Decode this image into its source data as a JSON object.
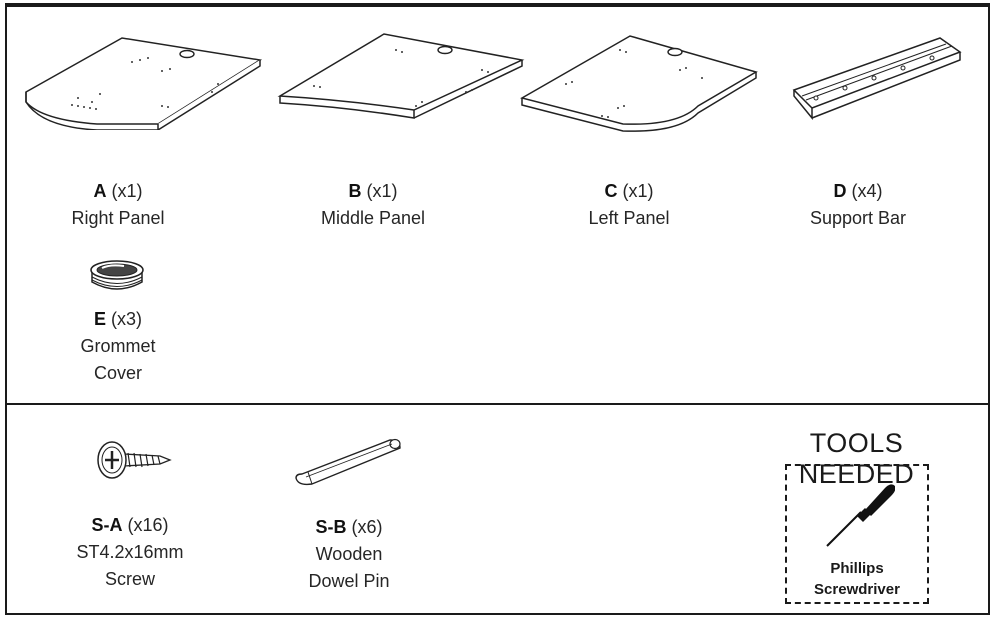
{
  "parts": [
    {
      "code": "A",
      "qty": "(x1)",
      "name_lines": [
        "Right Panel"
      ],
      "icon": "right-panel-illustration"
    },
    {
      "code": "B",
      "qty": "(x1)",
      "name_lines": [
        "Middle Panel"
      ],
      "icon": "middle-panel-illustration"
    },
    {
      "code": "C",
      "qty": "(x1)",
      "name_lines": [
        "Left Panel"
      ],
      "icon": "left-panel-illustration"
    },
    {
      "code": "D",
      "qty": "(x4)",
      "name_lines": [
        "Support Bar"
      ],
      "icon": "support-bar-illustration"
    },
    {
      "code": "E",
      "qty": "(x3)",
      "name_lines": [
        "Grommet",
        "Cover"
      ],
      "icon": "grommet-cover-illustration"
    }
  ],
  "hardware": [
    {
      "code": "S-A",
      "qty": "(x16)",
      "name_lines": [
        "ST4.2x16mm",
        "Screw"
      ],
      "icon": "screw-illustration"
    },
    {
      "code": "S-B",
      "qty": "(x6)",
      "name_lines": [
        "Wooden",
        "Dowel Pin"
      ],
      "icon": "dowel-pin-illustration"
    }
  ],
  "tools": {
    "title": "TOOLS NEEDED",
    "items": [
      {
        "name_lines": [
          "Phillips",
          "Screwdriver"
        ],
        "icon": "phillips-screwdriver-icon"
      }
    ]
  }
}
